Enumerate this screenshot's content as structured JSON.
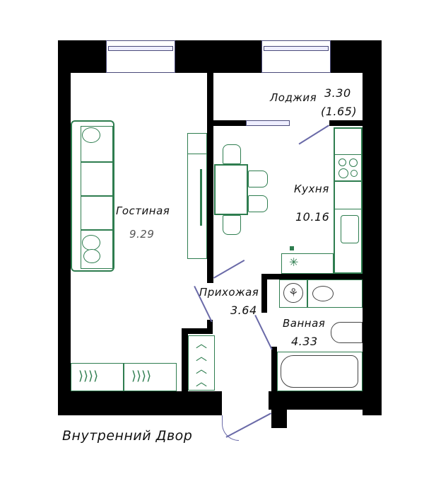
{
  "plan": {
    "rooms": [
      {
        "id": "living",
        "name": "Гостиная",
        "area": "9.29"
      },
      {
        "id": "loggia",
        "name": "Лоджия",
        "area": "3.30",
        "area_sub": "(1.65)"
      },
      {
        "id": "kitchen",
        "name": "Кухня",
        "area": "10.16"
      },
      {
        "id": "hallway",
        "name": "Прихожая",
        "area": "3.64"
      },
      {
        "id": "bathroom",
        "name": "Ванная",
        "area": "4.33"
      }
    ],
    "courtyard_label": "Внутренний Двор",
    "colors": {
      "walls": "#000000",
      "furniture": "#2e7d4f",
      "windows": "#4a4a7a"
    }
  }
}
